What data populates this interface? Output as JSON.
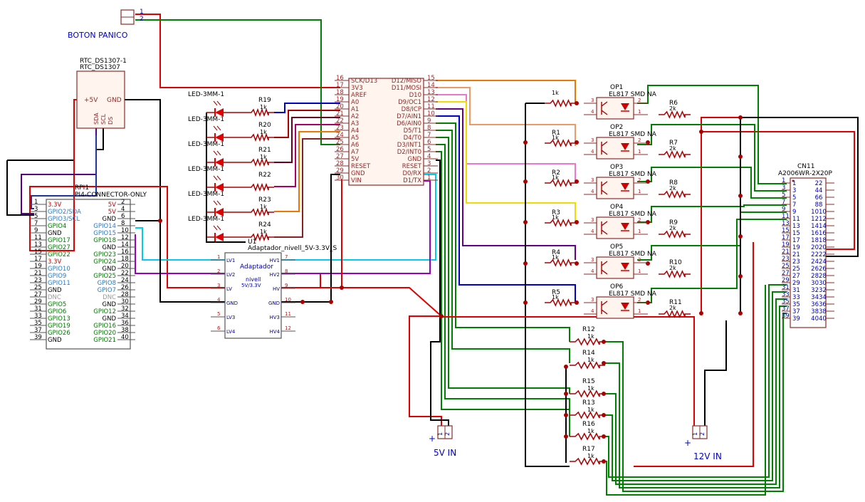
{
  "title_blocks": {
    "boton": {
      "label": "BOTON PANICO",
      "p1": "1",
      "p2": "2"
    },
    "rtc": {
      "ref": "RTC_DS1307-1",
      "val": "RTC_DS1307",
      "plus5": "+5V",
      "gnd": "GND",
      "sda": "SDA",
      "scl": "SCL",
      "ds": "DS"
    },
    "rpi": {
      "ref": "RPI1",
      "val": "PI4-CONNECTOR-ONLY"
    },
    "adapter": {
      "ref": "U1",
      "val": "Adaptador_nivell_5V-3.3V_S",
      "name1": "Adaptador",
      "name2": "nivell",
      "name3": "5V/3.3V"
    },
    "cn11": {
      "ref": "CN11",
      "val": "A2006WR-2X20P"
    },
    "p5v": {
      "label": "5V IN",
      "plus": "+",
      "p1": "1",
      "p2": "2"
    },
    "p12v": {
      "label": "12V IN",
      "plus": "+",
      "p1": "1",
      "p2": "2"
    }
  },
  "rpi_left": [
    {
      "n": "1",
      "name": "3.3V",
      "c": "#cc0000"
    },
    {
      "n": "3",
      "name": "GPIO2/SDA",
      "c": "#2e7bbf"
    },
    {
      "n": "5",
      "name": "GPIO3/SCL",
      "c": "#2e7bbf"
    },
    {
      "n": "7",
      "name": "GPIO4",
      "c": "#007a00"
    },
    {
      "n": "9",
      "name": "GND",
      "c": "#000000"
    },
    {
      "n": "11",
      "name": "GPIO17",
      "c": "#007a00"
    },
    {
      "n": "13",
      "name": "GPIO27",
      "c": "#007a00"
    },
    {
      "n": "15",
      "name": "GPIO22",
      "c": "#007a00"
    },
    {
      "n": "17",
      "name": "3.3V",
      "c": "#cc0000"
    },
    {
      "n": "19",
      "name": "GPIO10",
      "c": "#2e7bbf"
    },
    {
      "n": "21",
      "name": "GPIO9",
      "c": "#2e7bbf"
    },
    {
      "n": "23",
      "name": "GPIO11",
      "c": "#2e7bbf"
    },
    {
      "n": "25",
      "name": "GND",
      "c": "#000000"
    },
    {
      "n": "27",
      "name": "DNC",
      "c": "#999999"
    },
    {
      "n": "29",
      "name": "GPIO5",
      "c": "#007a00"
    },
    {
      "n": "31",
      "name": "GPIO6",
      "c": "#007a00"
    },
    {
      "n": "33",
      "name": "GPIO13",
      "c": "#007a00"
    },
    {
      "n": "35",
      "name": "GPIO19",
      "c": "#007a00"
    },
    {
      "n": "37",
      "name": "GPIO26",
      "c": "#007a00"
    },
    {
      "n": "39",
      "name": "GND",
      "c": "#000000"
    }
  ],
  "rpi_right": [
    {
      "n": "2",
      "name": "5V",
      "c": "#cc0000"
    },
    {
      "n": "4",
      "name": "5V",
      "c": "#cc0000"
    },
    {
      "n": "6",
      "name": "GND",
      "c": "#000000"
    },
    {
      "n": "8",
      "name": "GPIO14",
      "c": "#2e7bbf"
    },
    {
      "n": "10",
      "name": "GPIO15",
      "c": "#2e7bbf"
    },
    {
      "n": "12",
      "name": "GPIO18",
      "c": "#007a00"
    },
    {
      "n": "14",
      "name": "GND",
      "c": "#000000"
    },
    {
      "n": "16",
      "name": "GPIO23",
      "c": "#007a00"
    },
    {
      "n": "18",
      "name": "GPIO24",
      "c": "#007a00"
    },
    {
      "n": "20",
      "name": "GND",
      "c": "#000000"
    },
    {
      "n": "22",
      "name": "GPIO25",
      "c": "#007a00"
    },
    {
      "n": "24",
      "name": "GPIO8",
      "c": "#2e7bbf"
    },
    {
      "n": "26",
      "name": "GPIO7",
      "c": "#2e7bbf"
    },
    {
      "n": "28",
      "name": "DNC",
      "c": "#999999"
    },
    {
      "n": "30",
      "name": "GND",
      "c": "#000000"
    },
    {
      "n": "32",
      "name": "GPIO12",
      "c": "#007a00"
    },
    {
      "n": "34",
      "name": "GND",
      "c": "#000000"
    },
    {
      "n": "36",
      "name": "GPIO16",
      "c": "#007a00"
    },
    {
      "n": "38",
      "name": "GPIO20",
      "c": "#007a00"
    },
    {
      "n": "40",
      "name": "GPIO21",
      "c": "#007a00"
    }
  ],
  "ard_left": [
    {
      "n": "16",
      "name": "SCK/D13"
    },
    {
      "n": "17",
      "name": "3V3"
    },
    {
      "n": "18",
      "name": "AREF"
    },
    {
      "n": "19",
      "name": "A0"
    },
    {
      "n": "20",
      "name": "A1"
    },
    {
      "n": "21",
      "name": "A2"
    },
    {
      "n": "22",
      "name": "A3"
    },
    {
      "n": "23",
      "name": "A4"
    },
    {
      "n": "24",
      "name": "A5"
    },
    {
      "n": "25",
      "name": "A6"
    },
    {
      "n": "26",
      "name": "A7"
    },
    {
      "n": "27",
      "name": "5V"
    },
    {
      "n": "28",
      "name": "RESET"
    },
    {
      "n": "29",
      "name": "GND"
    },
    {
      "n": "30",
      "name": "VIN"
    }
  ],
  "ard_right": [
    {
      "n": "15",
      "name": "D12/MISO"
    },
    {
      "n": "14",
      "name": "D11/MOSI"
    },
    {
      "n": "13",
      "name": "D10"
    },
    {
      "n": "12",
      "name": "D9/OC1"
    },
    {
      "n": "11",
      "name": "D8/ICP"
    },
    {
      "n": "10",
      "name": "D7/AIN1"
    },
    {
      "n": "9",
      "name": "D6/AIN0"
    },
    {
      "n": "8",
      "name": "D5/T1"
    },
    {
      "n": "7",
      "name": "D4/T0"
    },
    {
      "n": "6",
      "name": "D3/INT1"
    },
    {
      "n": "5",
      "name": "D2/INT0"
    },
    {
      "n": "4",
      "name": "GND"
    },
    {
      "n": "3",
      "name": "RESET"
    },
    {
      "n": "2",
      "name": "D0/RX"
    },
    {
      "n": "1",
      "name": "D1/TX"
    }
  ],
  "adapter_pins": {
    "left": [
      {
        "n": "1",
        "name": "LV1"
      },
      {
        "n": "2",
        "name": "LV2"
      },
      {
        "n": "3",
        "name": "LV"
      },
      {
        "n": "4",
        "name": "GND"
      },
      {
        "n": "5",
        "name": "LV3"
      },
      {
        "n": "6",
        "name": "LV4"
      }
    ],
    "right": [
      {
        "n": "7",
        "name": "HV1"
      },
      {
        "n": "8",
        "name": "HV2"
      },
      {
        "n": "9",
        "name": "HV"
      },
      {
        "n": "10",
        "name": "GND"
      },
      {
        "n": "11",
        "name": "HV3"
      },
      {
        "n": "12",
        "name": "HV4"
      }
    ]
  },
  "leds": [
    {
      "ref": "LED-3MM-1",
      "res": "R19",
      "val": "1k"
    },
    {
      "ref": "LED-3MM-1",
      "res": "R20",
      "val": "1k"
    },
    {
      "ref": "LED-3MM-1",
      "res": "R21",
      "val": "1k"
    },
    {
      "ref": "LED-3MM-1",
      "res": "R22",
      "val": ""
    },
    {
      "ref": "LED-3MM-1",
      "res": "R23",
      "val": "1k"
    },
    {
      "ref": "LED-3MM-1",
      "res": "R24",
      "val": "1k"
    }
  ],
  "optos": [
    {
      "ref": "OP1",
      "val": "EL817 SMD NA",
      "rin": "",
      "rinv": "1k",
      "rout": "R6",
      "routv": "2k"
    },
    {
      "ref": "OP2",
      "val": "EL817 SMD NA",
      "rin": "R1",
      "rinv": "1k",
      "rout": "R7",
      "routv": "2k"
    },
    {
      "ref": "OP3",
      "val": "EL817 SMD NA",
      "rin": "R2",
      "rinv": "1k",
      "rout": "R8",
      "routv": "2k"
    },
    {
      "ref": "OP4",
      "val": "EL817 SMD NA",
      "rin": "R3",
      "rinv": "1k",
      "rout": "R9",
      "routv": "2k"
    },
    {
      "ref": "OP5",
      "val": "EL817 SMD NA",
      "rin": "R4",
      "rinv": "1k",
      "rout": "R10",
      "routv": "2k"
    },
    {
      "ref": "OP6",
      "val": "EL817 SMD NA",
      "rin": "R5",
      "rinv": "1k",
      "rout": "R11",
      "routv": "2k"
    }
  ],
  "bottom_res": [
    {
      "ref": "R12",
      "val": "1k"
    },
    {
      "ref": "R14",
      "val": "1k"
    },
    {
      "ref": "R15",
      "val": "1k"
    },
    {
      "ref": "R13",
      "val": "1k"
    },
    {
      "ref": "R16",
      "val": "1k"
    },
    {
      "ref": "R17",
      "val": "1k"
    }
  ],
  "opto_pins": {
    "p1": "1",
    "p2": "2",
    "p3": "3",
    "p4": "4"
  },
  "cn11_left": [
    "1",
    "3",
    "5",
    "7",
    "9",
    "11",
    "13",
    "15",
    "17",
    "19",
    "21",
    "23",
    "25",
    "27",
    "29",
    "31",
    "33",
    "35",
    "37",
    "39"
  ],
  "cn11_right": [
    "2",
    "4",
    "6",
    "8",
    "10",
    "12",
    "14",
    "16",
    "18",
    "20",
    "22",
    "24",
    "26",
    "28",
    "30",
    "32",
    "34",
    "36",
    "38",
    "40"
  ],
  "colors": {
    "body": "#8b2c2c",
    "pin": "#8b2c2c",
    "pinnum": "#aa2222",
    "label": "#0000aa",
    "red": "#e00000",
    "green": "#008000",
    "black": "#000000"
  }
}
